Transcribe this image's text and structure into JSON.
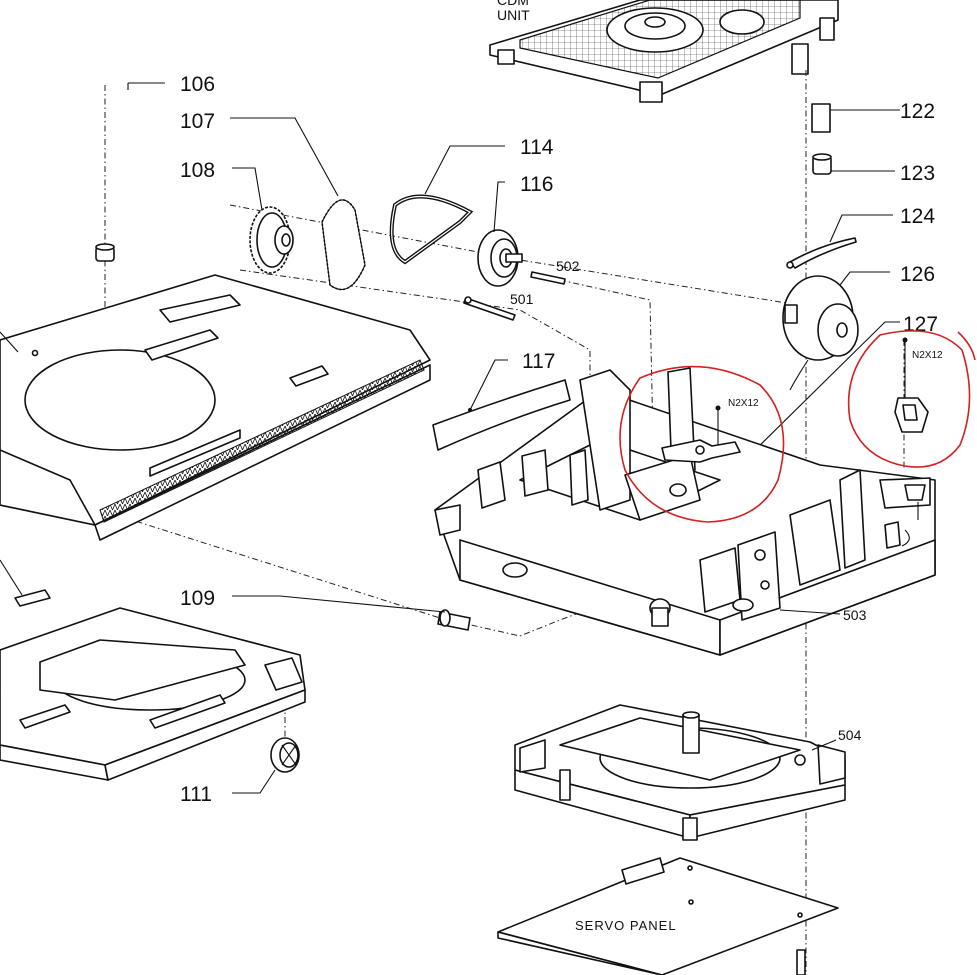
{
  "diagram": {
    "top_unit_label": "CDM\nUNIT",
    "servo_panel_label": "SERVO PANEL",
    "screw_spec_1": "N2X12",
    "screw_spec_2": "N2X12",
    "part_numbers": {
      "p106": "106",
      "p107": "107",
      "p108": "108",
      "p109": "109",
      "p111": "111",
      "p114": "114",
      "p116": "116",
      "p117": "117",
      "p122": "122",
      "p123": "123",
      "p124": "124",
      "p126": "126",
      "p127": "127",
      "p501": "501",
      "p502": "502",
      "p503": "503",
      "p504": "504"
    },
    "annotation_color": "#d42020"
  }
}
